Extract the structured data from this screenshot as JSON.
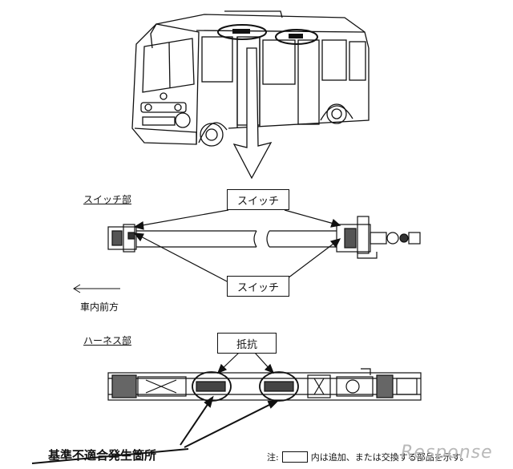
{
  "labels": {
    "switch_section": "スイッチ部",
    "switch_top": "スイッチ",
    "switch_bottom": "スイッチ",
    "vehicle_front": "車内前方",
    "harness_section": "ハーネス部",
    "resistor": "抵抗",
    "defect_location": "基準不適合発生箇所",
    "note_prefix": "注:",
    "note_text": "内は追加、または交換する部品を示す。",
    "watermark": "Response"
  },
  "icons": [
    "bus-drawing-icon",
    "down-arrow-icon",
    "left-arrow-icon",
    "switch-assembly-icon",
    "harness-assembly-icon"
  ]
}
